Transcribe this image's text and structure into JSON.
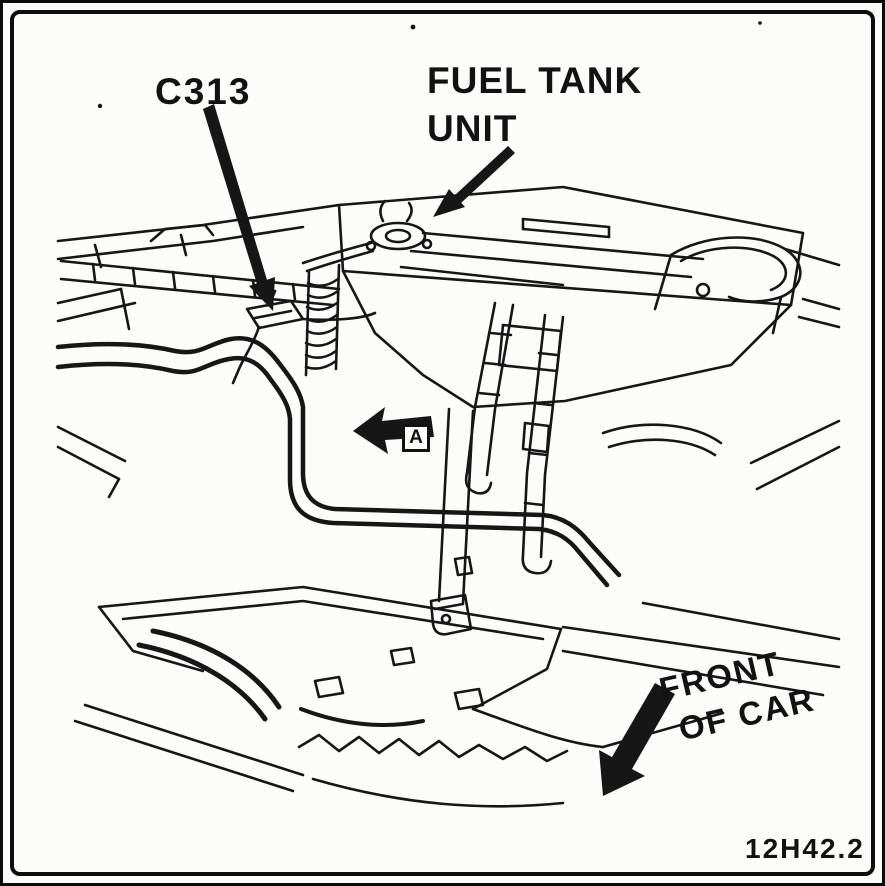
{
  "colors": {
    "ink": "#161616",
    "paper": "#fcfcfa"
  },
  "labels": {
    "connector": "C313",
    "fuel_tank_unit": [
      "FUEL TANK",
      "UNIT"
    ],
    "view_marker": "A",
    "front_of_car": [
      "FRONT",
      "OF CAR"
    ],
    "figure_number": "12H42.2"
  },
  "icons": {
    "c313_pointer_arrow": "tapered-arrow-down-right",
    "fuel_tank_pointer_arrow": "tapered-arrow-down-left",
    "view_a_arrow": "solid-block-arrow-left",
    "front_of_car_arrow": "solid-block-arrow-down-left"
  }
}
